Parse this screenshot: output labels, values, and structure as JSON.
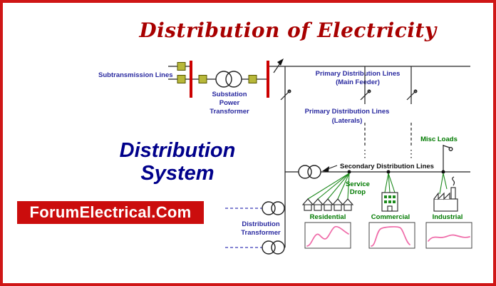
{
  "title": "Distribution of Electricity",
  "branding": {
    "watermark": "ForumElectrical.Com",
    "system_label": [
      "Distribution",
      "System"
    ]
  },
  "labels": {
    "subtransmission": "Subtransmission Lines",
    "substation_transformer": [
      "Substation",
      "Power",
      "Transformer"
    ],
    "primary_main": [
      "Primary Distribution Lines",
      "(Main Feeder)"
    ],
    "primary_laterals": [
      "Primary Distribution Lines",
      "(Laterals)"
    ],
    "misc_loads": "Misc Loads",
    "secondary": "Secondary Distribution Lines",
    "service_drop": [
      "Service",
      "Drop"
    ],
    "distribution_transformer": [
      "Distribution",
      "Transformer"
    ],
    "residential": "Residential",
    "commercial": "Commercial",
    "industrial": "Industrial"
  },
  "load_curves": [
    "Residential load curve",
    "Commercial load curve",
    "Industrial load curve"
  ],
  "colors": {
    "border_red": "#cf1616",
    "title_red": "#a80000",
    "banner_red": "#cb0d0d",
    "navy": "#00008b",
    "label_blue": "#2a2aa0",
    "label_green": "#007a00",
    "busbar_red": "#cc0000",
    "fuse_yellow": "#b8b83a",
    "curve_pink": "#ef6aa8"
  }
}
